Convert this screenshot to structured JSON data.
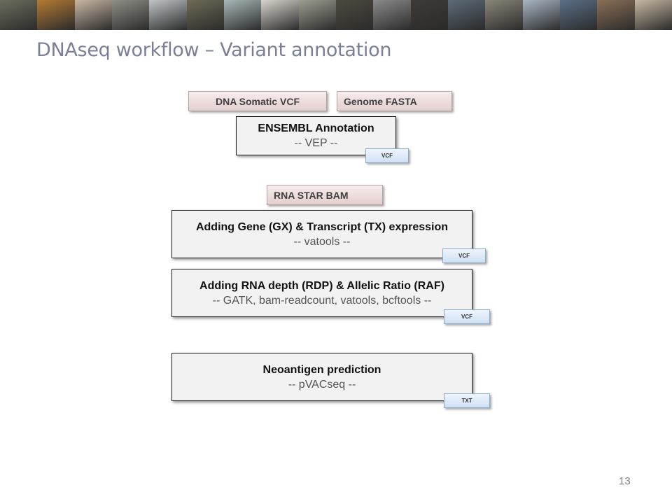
{
  "banner": {
    "tiles": [
      "#6b6e5c",
      "#b47a32",
      "#c9b7a4",
      "#8d8f86",
      "#bfc4c4",
      "#6e6b55",
      "#a7b7b8",
      "#d7d4cc",
      "#9c9e90",
      "#4d4a3e",
      "#8a8a8a",
      "#3f3a36",
      "#5c6b78",
      "#8a8678",
      "#a9b6c4",
      "#5a6f86",
      "#8b6f55",
      "#c7b8a2"
    ]
  },
  "title": "DNAseq workflow – Variant annotation",
  "inputs": {
    "dna_vcf": "DNA Somatic VCF",
    "genome_fasta": "Genome FASTA",
    "rna_bam": "RNA STAR BAM"
  },
  "steps": [
    {
      "name": "ENSEMBL Annotation",
      "tool": "-- VEP --",
      "output": "VCF"
    },
    {
      "name": "Adding Gene (GX) & Transcript (TX) expression",
      "tool": "-- vatools --",
      "output": "VCF"
    },
    {
      "name": "Adding RNA depth (RDP) & Allelic Ratio (RAF)",
      "tool": "-- GATK, bam-readcount, vatools, bcftools --",
      "output": "VCF"
    },
    {
      "name": "Neoantigen prediction",
      "tool": "-- pVACseq --",
      "output": "TXT"
    }
  ],
  "slide_number": "13"
}
